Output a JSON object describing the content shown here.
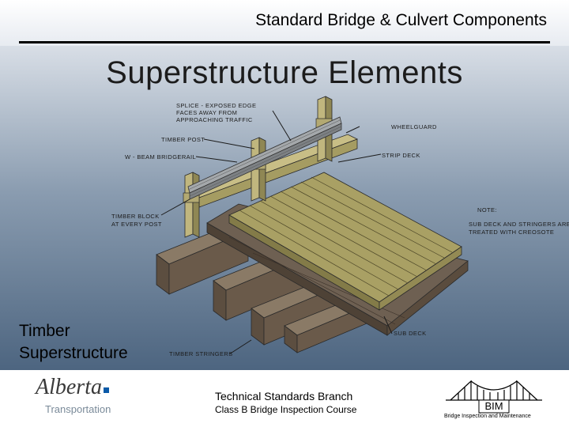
{
  "header": {
    "title": "Standard Bridge & Culvert Components"
  },
  "main_title": "Superstructure Elements",
  "side_title": {
    "line1": "Timber",
    "line2": "Superstructure"
  },
  "labels": {
    "splice": [
      "SPLICE - EXPOSED EDGE",
      "FACES AWAY FROM",
      "APPROACHING TRAFFIC"
    ],
    "wheelguard": "WHEELGUARD",
    "timber_post": "TIMBER POST",
    "strip_deck": "STRIP DECK",
    "w_beam": "W - BEAM BRIDGERAIL",
    "note": "NOTE:",
    "note_text": [
      "SUB DECK AND STRINGERS ARE",
      "TREATED WITH CREOSOTE"
    ],
    "timber_block": [
      "TIMBER BLOCK",
      "AT EVERY POST"
    ],
    "sub_deck": "SUB DECK",
    "timber_stringers": "TIMBER STRINGERS"
  },
  "footer": {
    "logo_text": "Alberta",
    "logo_subtext": "Transportation",
    "branch": "Technical Standards Branch",
    "course": "Class B Bridge Inspection Course",
    "bim_text": "BIM",
    "bim_caption": "Bridge Inspection and Maintenance"
  },
  "colors": {
    "deck": "#a9a064",
    "stringer": "#6a5a4a",
    "post": "#c0b67e",
    "rail": "#8f9396",
    "brand_blue": "#0a5aa8"
  }
}
